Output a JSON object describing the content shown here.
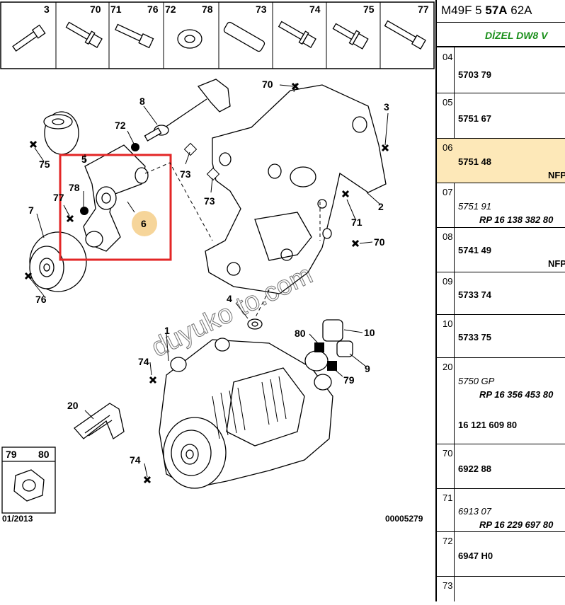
{
  "header_icons": [
    "3",
    "70",
    "71",
    "76",
    "72",
    "78",
    "73",
    "74",
    "75",
    "77"
  ],
  "callouts": {
    "c70a": "70",
    "c3": "3",
    "c8": "8",
    "c72": "72",
    "c5": "5",
    "c75": "75",
    "c73a": "73",
    "c73b": "73",
    "c78": "78",
    "c77": "77",
    "c7": "7",
    "c6": "6",
    "c2": "2",
    "c71": "71",
    "c70b": "70",
    "c76": "76",
    "c4": "4",
    "c80": "80",
    "c10": "10",
    "c1": "1",
    "c74a": "74",
    "c9": "9",
    "c79": "79",
    "c20": "20",
    "c74b": "74"
  },
  "nut_box": {
    "left": "79",
    "right": "80"
  },
  "date": "01/2013",
  "ref": "00005279",
  "watermark": "duyuko to.com",
  "panel": {
    "title_a": "M49F 5 ",
    "title_b": "57A",
    "title_c": " 62A",
    "subtitle": "DİZEL DW8 V",
    "rows": [
      {
        "num": "04",
        "code": "5703 79"
      },
      {
        "num": "05",
        "code": "5751 67"
      },
      {
        "num": "06",
        "code": "5751 48",
        "nfp": "NFP"
      },
      {
        "num": "07",
        "code": "5751 91",
        "rp": "RP 16 138 382 80"
      },
      {
        "num": "08",
        "code": "5741 49",
        "nfp": "NFP"
      },
      {
        "num": "09",
        "code": "5733 74"
      },
      {
        "num": "10",
        "code": "5733 75"
      },
      {
        "num": "20",
        "code": "5750 GP",
        "rp": "RP 16 356 453 80",
        "code2": "16 121 609 80"
      },
      {
        "num": "70",
        "code": "6922 88"
      },
      {
        "num": "71",
        "code": "6913 07",
        "rp": "RP 16 229 697 80"
      },
      {
        "num": "72",
        "code": "6947 H0"
      },
      {
        "num": "73",
        "code": ""
      }
    ]
  },
  "colors": {
    "highlight_box": "#e32626",
    "callout_circle": "#f6d59a",
    "row_highlight": "#fde8b8",
    "subtitle": "#1a8f1a"
  }
}
